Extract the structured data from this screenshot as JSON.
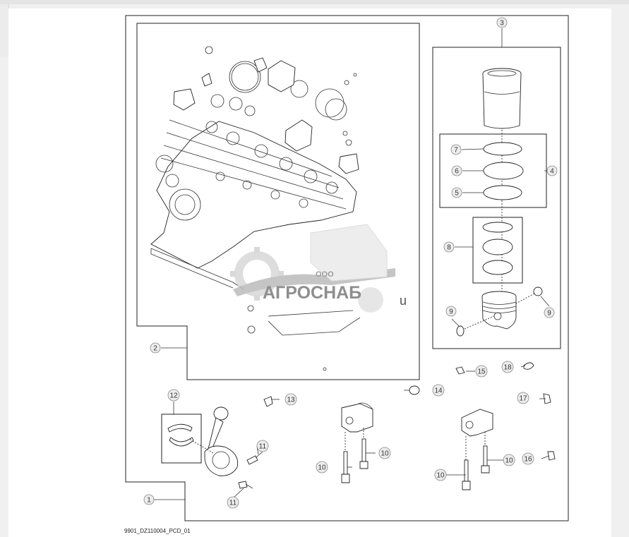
{
  "callouts": {
    "c1": "1",
    "c2": "2",
    "c3": "3",
    "c4": "4",
    "c5": "5",
    "c6": "6",
    "c7": "7",
    "c8": "8",
    "c9a": "9",
    "c9b": "9",
    "c10a": "10",
    "c10b": "10",
    "c10c": "10",
    "c10d": "10",
    "c11a": "11",
    "c11b": "11",
    "c12": "12",
    "c13": "13",
    "c14": "14",
    "c15": "15",
    "c16": "16",
    "c17": "17",
    "c18": "18"
  },
  "watermark": {
    "prefix": "ООО",
    "name": "АГРОСНАБ",
    "suffix": "u"
  },
  "caption": "9901_DZ110004_PCD_01",
  "colors": {
    "line": "#222222",
    "callout_fill": "#ececec",
    "watermark": "#c9c9c9"
  }
}
